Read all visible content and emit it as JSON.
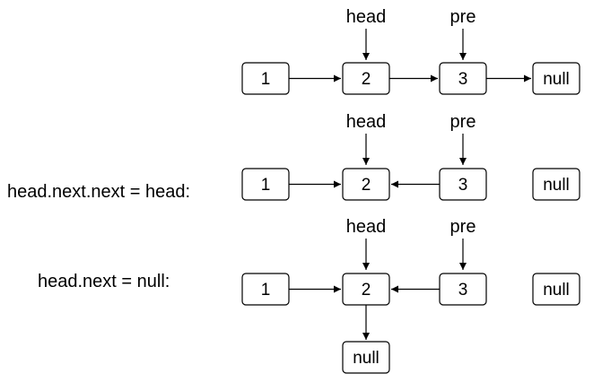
{
  "rows": [
    {
      "caption": "",
      "pointers": {
        "head": "head",
        "pre": "pre"
      },
      "nodes": {
        "n1": "1",
        "n2": "2",
        "n3": "3",
        "null": "null"
      },
      "edges": [
        "n1->n2",
        "n2->n3",
        "n3->null"
      ]
    },
    {
      "caption": "head.next.next = head:",
      "pointers": {
        "head": "head",
        "pre": "pre"
      },
      "nodes": {
        "n1": "1",
        "n2": "2",
        "n3": "3",
        "null": "null"
      },
      "edges": [
        "n1->n2",
        "n3->n2"
      ]
    },
    {
      "caption": "head.next = null:",
      "pointers": {
        "head": "head",
        "pre": "pre"
      },
      "nodes": {
        "n1": "1",
        "n2": "2",
        "n3": "3",
        "null": "null",
        "null_below": "null"
      },
      "edges": [
        "n1->n2",
        "n3->n2",
        "n2->null_below"
      ]
    }
  ]
}
